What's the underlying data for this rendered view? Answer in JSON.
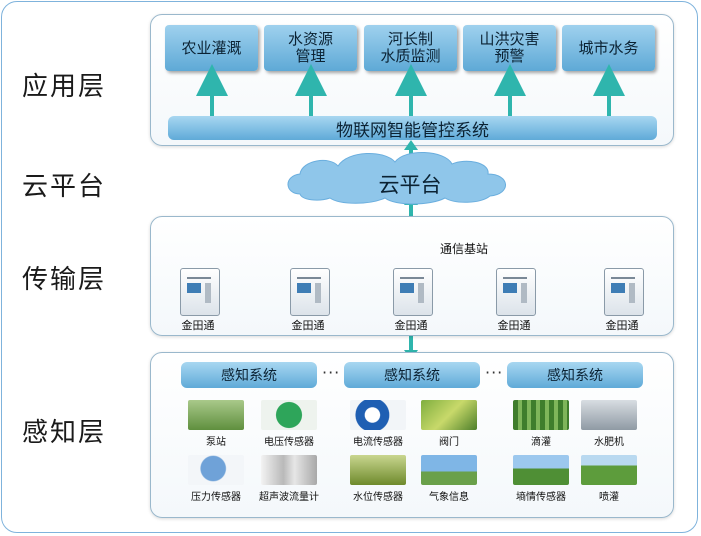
{
  "layers": {
    "application": "应用层",
    "cloud": "云平台",
    "transmission": "传输层",
    "perception": "感知层"
  },
  "applications": [
    "农业灌溉",
    "水资源\n管理",
    "河长制\n水质监测",
    "山洪灾害\n预警",
    "城市水务"
  ],
  "iot_system": "物联网智能管控系统",
  "cloud_label": "云平台",
  "base_station": "通信基站",
  "devices": [
    "金田通",
    "金田通",
    "金田通",
    "金田通",
    "金田通"
  ],
  "perception_systems": [
    "感知系统",
    "感知系统",
    "感知系统"
  ],
  "ellipsis": "···",
  "sensors": [
    "泵站",
    "电压传感器",
    "电流传感器",
    "阀门",
    "滴灌",
    "水肥机",
    "压力传感器",
    "超声波流量计",
    "水位传感器",
    "气象信息",
    "墒情传感器",
    "喷灌"
  ]
}
